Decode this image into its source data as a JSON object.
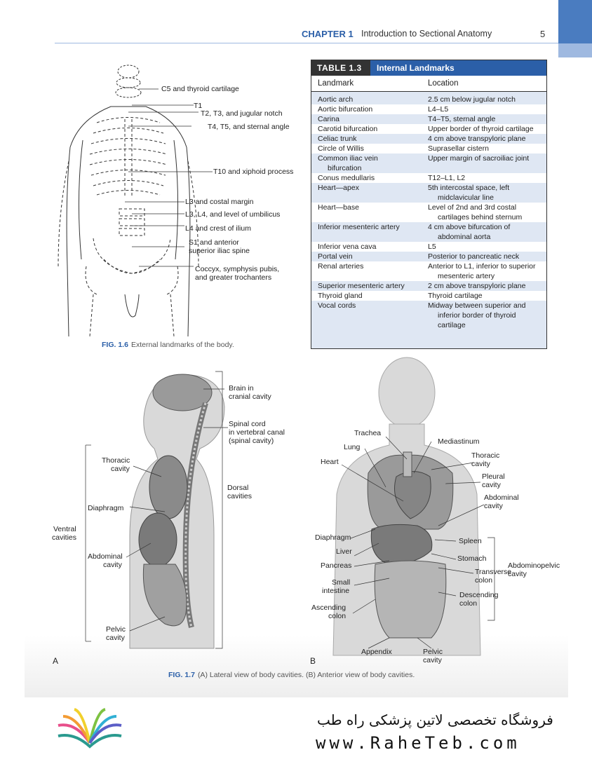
{
  "header": {
    "chapter": "CHAPTER 1",
    "title": "Introduction to Sectional Anatomy",
    "page": "5"
  },
  "fig16": {
    "labels": [
      "C5 and thyroid cartilage",
      "T1",
      "T2, T3, and jugular notch",
      "T4, T5, and sternal angle",
      "T10 and xiphoid process",
      "L3 and costal margin",
      "L3, L4, and level of umbilicus",
      "L4 and crest of ilium",
      "S1 and anterior",
      "superior iliac spine",
      "Coccyx, symphysis pubis,",
      "and greater trochanters"
    ],
    "caption_num": "FIG. 1.6",
    "caption_text": "External landmarks of the body."
  },
  "table": {
    "number": "TABLE 1.3",
    "title": "Internal Landmarks",
    "col1": "Landmark",
    "col2": "Location",
    "rows": [
      {
        "l": "Aortic arch",
        "v": "2.5 cm below jugular notch"
      },
      {
        "l": "Aortic bifurcation",
        "v": "L4–L5"
      },
      {
        "l": "Carina",
        "v": "T4–T5, sternal angle"
      },
      {
        "l": "Carotid bifurcation",
        "v": "Upper border of thyroid cartilage"
      },
      {
        "l": "Celiac trunk",
        "v": "4 cm above transpyloric plane"
      },
      {
        "l": "Circle of Willis",
        "v": "Suprasellar cistern"
      },
      {
        "l": "Common iliac vein",
        "l2": "bifurcation",
        "v": "Upper margin of sacroiliac joint"
      },
      {
        "l": "Conus medullaris",
        "v": "T12–L1, L2"
      },
      {
        "l": "Heart—apex",
        "v": "5th intercostal space, left",
        "v2": "midclavicular line"
      },
      {
        "l": "Heart—base",
        "v": "Level of 2nd and 3rd costal",
        "v2": "cartilages behind sternum"
      },
      {
        "l": "Inferior mesenteric artery",
        "v": "4 cm above bifurcation of",
        "v2": "abdominal aorta"
      },
      {
        "l": "Inferior vena cava",
        "v": "L5"
      },
      {
        "l": "Portal vein",
        "v": "Posterior to pancreatic neck"
      },
      {
        "l": "Renal arteries",
        "v": "Anterior to L1, inferior to superior",
        "v2": "mesenteric artery"
      },
      {
        "l": "Superior mesenteric artery",
        "v": "2 cm above transpyloric plane"
      },
      {
        "l": "Thyroid gland",
        "v": "Thyroid cartilage"
      },
      {
        "l": "Vocal cords",
        "v": "Midway between superior and",
        "v2": "inferior border of thyroid",
        "v3": "cartilage"
      }
    ]
  },
  "fig17": {
    "a_labels": [
      "Brain in",
      "cranial cavity",
      "Spinal cord",
      "in vertebral canal",
      "(spinal cavity)",
      "Thoracic",
      "cavity",
      "Dorsal",
      "cavities",
      "Diaphragm",
      "Ventral",
      "cavities",
      "Abdominal",
      "cavity",
      "Pelvic",
      "cavity",
      "A"
    ],
    "b_labels": [
      "Trachea",
      "Mediastinum",
      "Lung",
      "Thoracic",
      "cavity",
      "Heart",
      "Pleural",
      "cavity",
      "Abdominal",
      "cavity",
      "Diaphragm",
      "Spleen",
      "Liver",
      "Stomach",
      "Abdominopelvic",
      "cavity",
      "Pancreas",
      "Transverse",
      "colon",
      "Small",
      "intestine",
      "Descending",
      "colon",
      "Ascending",
      "colon",
      "Appendix",
      "Pelvic",
      "cavity",
      "B"
    ],
    "caption_num": "FIG. 1.7",
    "caption_text": "(A) Lateral view of body cavities. (B) Anterior view of body cavities."
  },
  "footer": {
    "shop": "فروشگاه تخصصی لاتین پزشکی راه طب",
    "url": "www.RaheTeb.com"
  }
}
